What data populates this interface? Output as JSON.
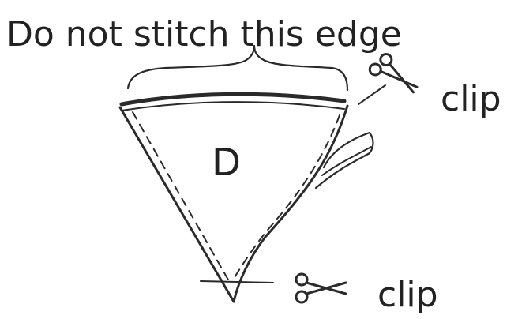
{
  "diagram": {
    "header_note": "Do not stitch this edge",
    "piece_label": "D",
    "clip_label_top": "clip",
    "clip_label_bottom": "clip",
    "ink_color": "#2a2a2a",
    "paper_color": "#ffffff"
  }
}
